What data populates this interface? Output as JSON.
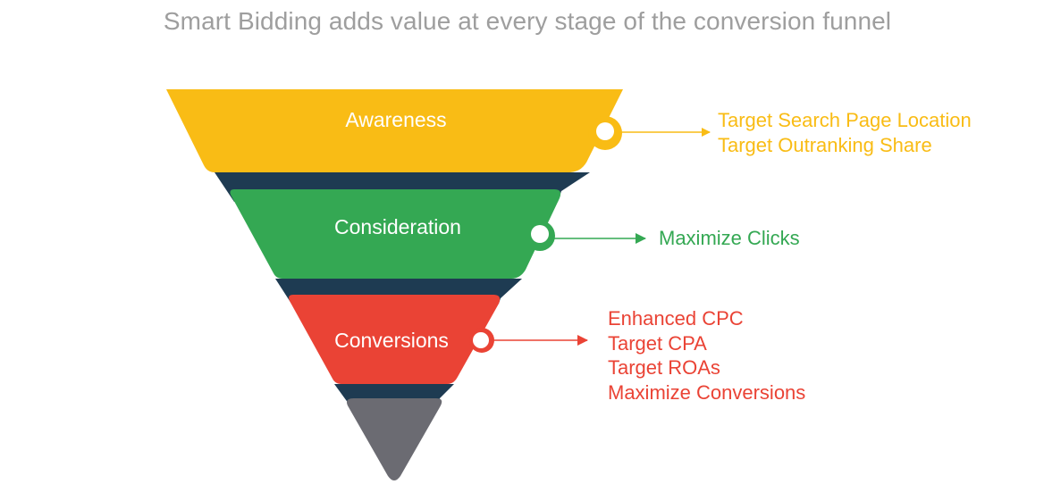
{
  "title": "Smart Bidding adds value at every stage of the conversion funnel",
  "colors": {
    "awareness": "#f9bc15",
    "consideration": "#34a853",
    "conversions": "#ea4335",
    "bottom": "#6b6b72",
    "shadow": "#1e3b52"
  },
  "stages": [
    {
      "label": "Awareness",
      "strategies": [
        "Target Search Page Location",
        "Target Outranking Share"
      ]
    },
    {
      "label": "Consideration",
      "strategies": [
        "Maximize Clicks"
      ]
    },
    {
      "label": "Conversions",
      "strategies": [
        "Enhanced CPC",
        "Target CPA",
        "Target ROAs",
        "Maximize Conversions"
      ]
    }
  ]
}
